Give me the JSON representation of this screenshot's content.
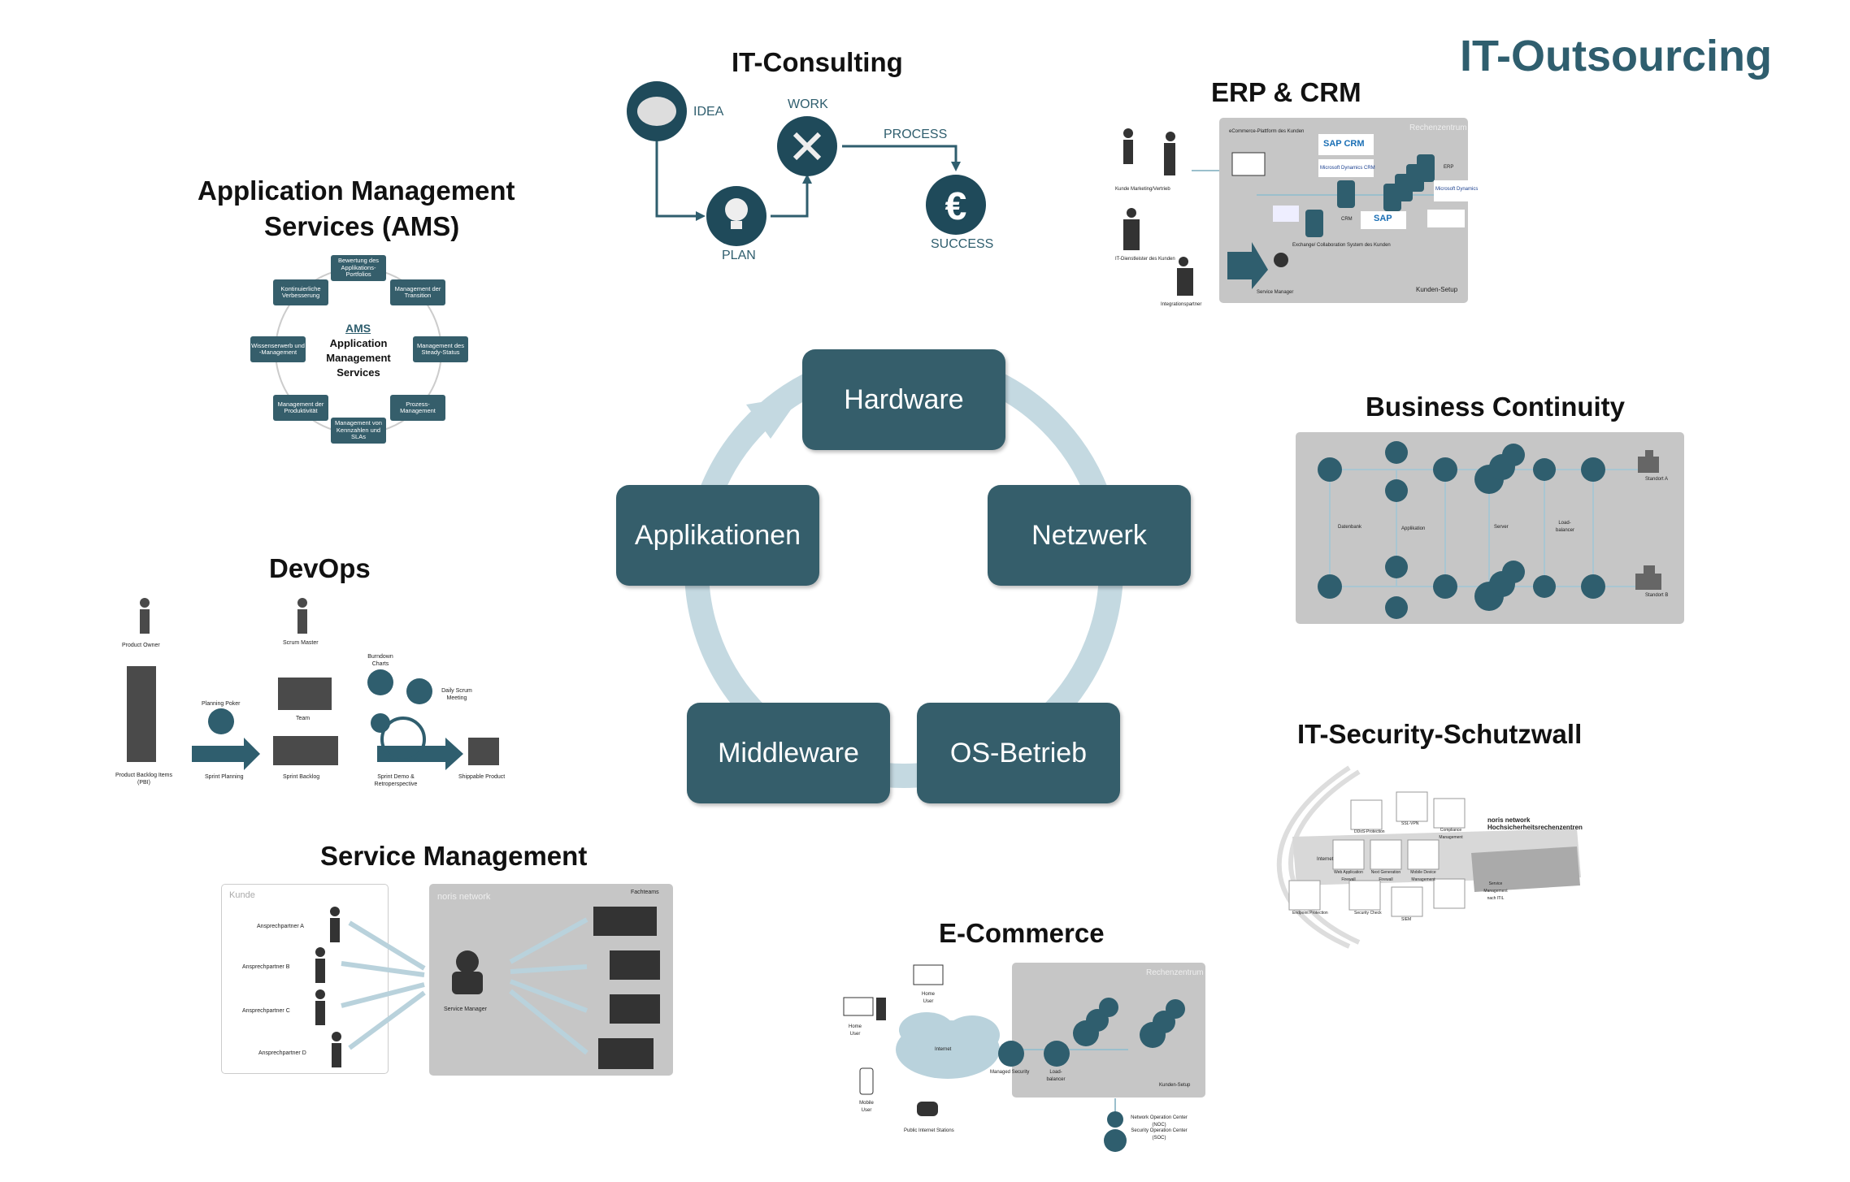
{
  "page_title": "IT-Outsourcing",
  "center": {
    "boxes": [
      "Hardware",
      "Netzwerk",
      "OS-Betrieb",
      "Middleware",
      "Applikationen"
    ]
  },
  "consulting": {
    "title": "IT-Consulting",
    "labels": {
      "idea": "IDEA",
      "work": "WORK",
      "process": "PROCESS",
      "plan": "PLAN",
      "success": "SUCCESS"
    }
  },
  "erp": {
    "title": "ERP & CRM",
    "panel_caption": "Rechenzentrum",
    "panel_footer": "Kunden-Setup",
    "people": [
      "Kunde Marketing/Vertrieb",
      "IT-Dienstleister des Kunden",
      "Integrationspartner"
    ],
    "items": [
      "eCommerce-Plattform des Kunden",
      "Exchange/ Collaboration System des Kunden",
      "Service Manager",
      "CRM",
      "ERP"
    ],
    "logos": [
      "SAP CRM",
      "Microsoft Dynamics CRM",
      "SAP",
      "Microsoft Dynamics"
    ]
  },
  "ams": {
    "title_line1": "Application Management",
    "title_line2": "Services (AMS)",
    "center_abbr": "AMS",
    "center_text": "Application Management Services",
    "steps": [
      "Bewertung des Applikations-Portfolios",
      "Management der Transition",
      "Management des Steady-Status",
      "Prozess-Management",
      "Management von Kennzahlen und SLAs",
      "Management der Produktivität",
      "Wissenserwerb und -Management",
      "Kontinuierliche Verbesserung"
    ]
  },
  "bc": {
    "title": "Business Continuity",
    "labels": [
      "Datenbank",
      "Applikation",
      "Server",
      "Load-balancer",
      "Standort A",
      "Standort B"
    ]
  },
  "devops": {
    "title": "DevOps",
    "labels": [
      "Product Owner",
      "Scrum Master",
      "Team",
      "Planning Poker",
      "Burndown Charts",
      "Daily Scrum Meeting",
      "Product Backlog Items (PBI)",
      "Sprint Planning",
      "Sprint Backlog",
      "Sprint Demo & Retroperspective",
      "Shippable Product"
    ]
  },
  "security": {
    "title": "IT-Security-Schutzwall",
    "heading": "noris network Hochsicherheitsrechenzentren",
    "labels": [
      "Internet",
      "DDoS-Protection",
      "SSL-VPN",
      "Compliance Management",
      "Web Application Firewall",
      "Next Generation Firewall",
      "Mobile Device Management",
      "Security Check",
      "SIEM",
      "Endpoint Protection",
      "Service Management nach ITIL"
    ]
  },
  "sm": {
    "title": "Service Management",
    "left_caption": "Kunde",
    "right_caption": "noris network",
    "teams_label": "Fachteams",
    "contacts": [
      "Ansprechpartner A",
      "Ansprechpartner B",
      "Ansprechpartner C",
      "Ansprechpartner D"
    ],
    "manager": "Service Manager"
  },
  "ecom": {
    "title": "E-Commerce",
    "panel_caption": "Rechenzentrum",
    "panel_footer": "Kunden-Setup",
    "labels": [
      "Home User",
      "Home User",
      "Mobile User",
      "Internet",
      "Public Internet Stations",
      "Managed Security",
      "Load-balancer",
      "Network Operation Center (NOC)",
      "Security Operation Center (SOC)"
    ]
  },
  "colors": {
    "accent": "#355e6b",
    "ring": "#c4d9e1",
    "title": "#2f5e6e",
    "panel": "#c6c6c6"
  }
}
